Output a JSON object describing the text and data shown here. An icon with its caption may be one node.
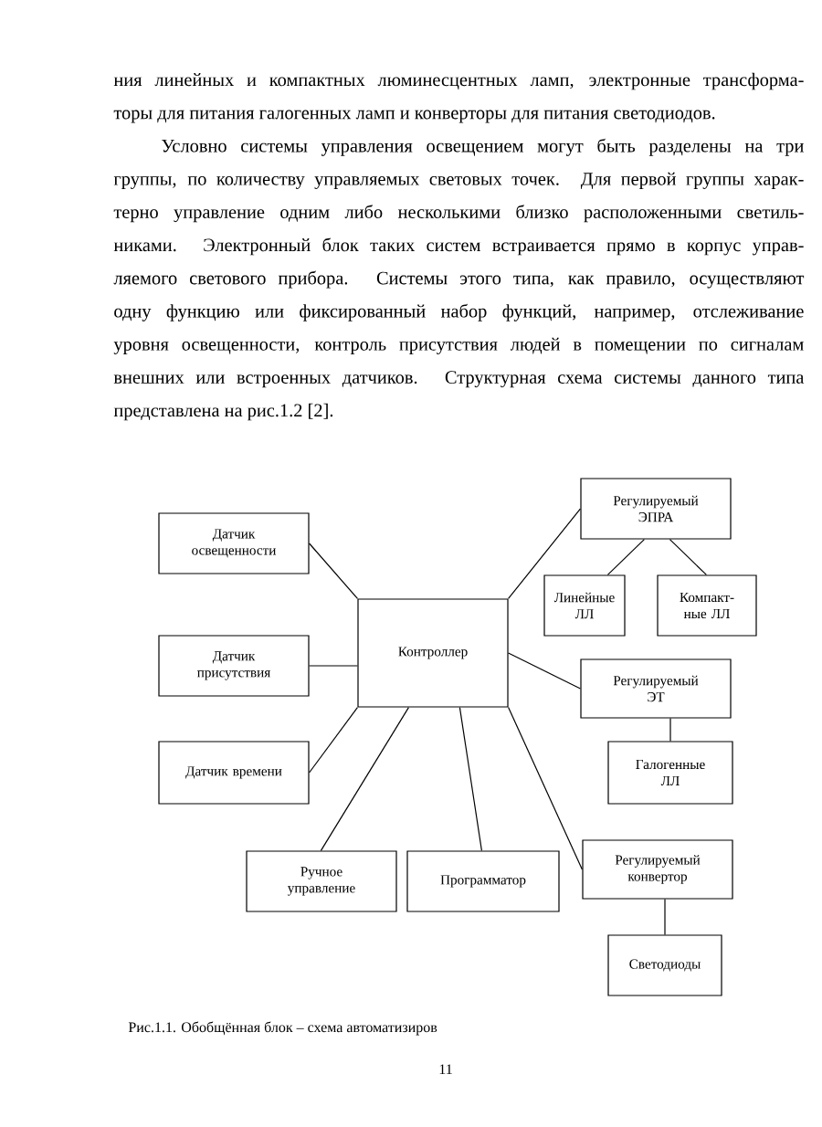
{
  "diagram": {
    "caption": "Рис.1.1. Обобщённая блок – схема автоматизиров",
    "nodes": [
      {
        "text": [
          "Контроллер"
        ]
      },
      {
        "text": [
          "Датчик освещенности"
        ]
      },
      {
        "text": [
          "Датчик присутствия"
        ]
      },
      {
        "text": [
          "Датчик времени"
        ]
      },
      {
        "text": [
          "Ручное управление"
        ]
      },
      {
        "text": [
          "Программатор"
        ]
      },
      {
        "text": [
          "Регулируемый ЭПРА"
        ]
      },
      {
        "text": [
          "Линейные ЛЛ"
        ]
      },
      {
        "text": [
          "Компакт- ные ЛЛ"
        ]
      },
      {
        "text": [
          "Регулируемый ЭТ"
        ]
      },
      {
        "text": [
          "Галогенные ЛЛ"
        ]
      },
      {
        "text": [
          "Регулируемый конвертор"
        ]
      },
      {
        "text": [
          "Светодиоды"
        ]
      }
    ],
    "edges": [
      {
        "from": 1,
        "to": 0,
        "arrow": "none"
      },
      {
        "from": 2,
        "to": 0,
        "arrow": "none"
      },
      {
        "from": 3,
        "to": 0,
        "arrow": "none"
      },
      {
        "from": 0,
        "to": 4,
        "arrow": "none"
      },
      {
        "from": 0,
        "to": 5,
        "arrow": "none"
      },
      {
        "from": 0,
        "to": 6,
        "arrow": "none"
      },
      {
        "from": 0,
        "to": 9,
        "arrow": "none"
      },
      {
        "from": 0,
        "to": 11,
        "arrow": "none"
      },
      {
        "from": 6,
        "to": 7,
        "arrow": "none"
      },
      {
        "from": 6,
        "to": 8,
        "arrow": "none"
      },
      {
        "from": 9,
        "to": 10,
        "arrow": "none"
      },
      {
        "from": 11,
        "to": 12,
        "arrow": "none"
      }
    ],
    "labels": [
      "ния линейных и компактных люминесцентных ламп, электронные трансформа-",
      "торы для питания галогенных ламп и конверторы для питания светодиодов.",
      "Условно системы управления освещением могут быть разделены на три",
      "группы, по количеству управляемых световых точек. Для первой группы харак-",
      "терно управление одним либо несколькими близко расположенными светиль-",
      "никами. Электронный блок таких систем встраивается прямо в корпус управ-",
      "ляемого светового прибора. Системы этого типа, как правило, осуществляют",
      "одну функцию или фиксированный набор функций, например, отслеживание",
      "уровня освещенности, контроль присутствия людей в помещении по сигналам",
      "внешних или встроенных датчиков. Структурная схема системы данного типа",
      "представлена на рис.1.2 [2].",
      "11"
    ]
  }
}
